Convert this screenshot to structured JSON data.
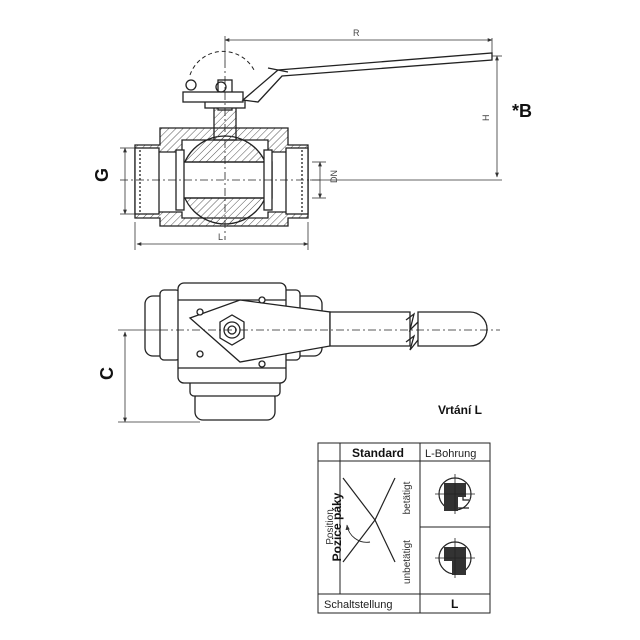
{
  "labels": {
    "dim_r": "R",
    "dim_h": "H",
    "dim_b": "*B",
    "dim_g": "G",
    "dim_dn": "DN",
    "dim_l": "L",
    "dim_c": "C",
    "bore_caption": "Vrtání L"
  },
  "table": {
    "col_standard": "Standard",
    "col_lbohrung": "L-Bohrung",
    "row_label_side": "Pozice páky",
    "position": "Position",
    "betatigt": "betätigt",
    "unbetatigt": "unbetätigt",
    "schaltstellung": "Schaltstellung",
    "l_value": "L"
  }
}
